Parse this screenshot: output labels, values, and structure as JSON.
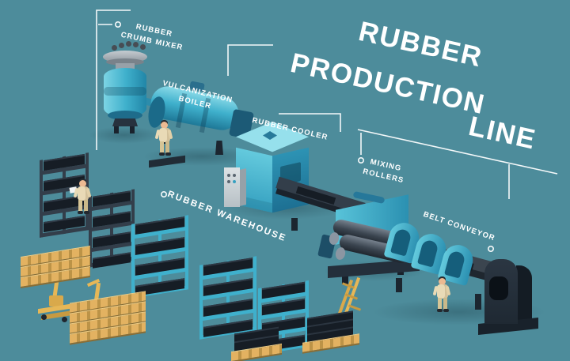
{
  "title": {
    "lines": [
      "RUBBER",
      "PRODUCTION",
      "LINE"
    ]
  },
  "labels": {
    "crumb_mixer": {
      "lines": [
        "RUBBER",
        "CRUMB MIXER"
      ]
    },
    "vulcanization_boiler": {
      "lines": [
        "VULCANIZATION",
        "BOILER"
      ]
    },
    "rubber_cooler": {
      "text": "RUBBER COOLER"
    },
    "mixing_rollers": {
      "lines": [
        "MIXING",
        "ROLLERS"
      ]
    },
    "belt_conveyor": {
      "text": "BELT CONVEYOR"
    },
    "rubber_warehouse": {
      "text": "RUBBER WAREHOUSE"
    }
  },
  "palette": {
    "bg": "#4d8c9b",
    "text": "#ffffff",
    "line": "#f4f8f9",
    "blue": "#3fb0cc",
    "navy": "#222c36",
    "rubber": "#161d25",
    "pallet": "#e3b261",
    "uniform": "#e9dab6"
  }
}
